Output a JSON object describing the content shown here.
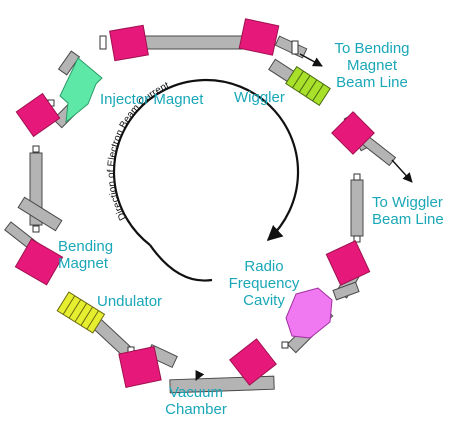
{
  "colors": {
    "label": "#1aa7b8",
    "magnet": "#e6197a",
    "magnet_edge": "#a0104f",
    "pipe": "#b4b4b4",
    "pipe_edge": "#4a4a4a",
    "wiggler": "#a8e02a",
    "undulator": "#e6ee30",
    "injector": "#5ee8a8",
    "rf_cavity": "#f078f0"
  },
  "labels": {
    "to_bending_beam_line": [
      "To Bending",
      "Magnet",
      "Beam Line"
    ],
    "wiggler": "Wiggler",
    "injector_magnet": "Injector Magnet",
    "to_wiggler_beam_line": [
      "To Wiggler",
      "Beam Line"
    ],
    "bending_magnet": [
      "Bending",
      "Magnet"
    ],
    "undulator": "Undulator",
    "rf_cavity": [
      "Radio",
      "Frequency",
      "Cavity"
    ],
    "vacuum_chamber": [
      "Vacuum",
      "Chamber"
    ]
  },
  "beam_direction_text": "Direction of Electron Beam Current",
  "icons": {
    "beam_direction": "clockwise-arrow-icon",
    "beam_line_exit": "arrow-icon"
  }
}
